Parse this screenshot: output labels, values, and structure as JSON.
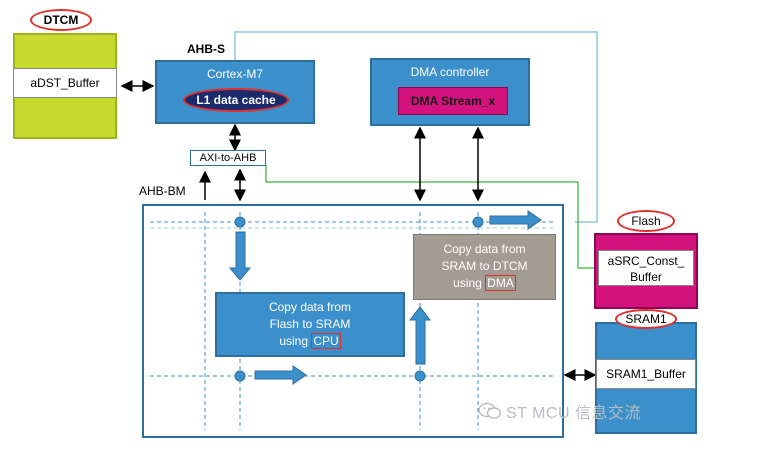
{
  "dtcm": {
    "tag": "DTCM",
    "buffer": "aDST_Buffer"
  },
  "ahb_s": "AHB-S",
  "cortex": {
    "title": "Cortex-M7",
    "cache": "L1 data cache"
  },
  "dma": {
    "title": "DMA controller",
    "stream": "DMA Stream_x"
  },
  "axi_to_ahb": "AXI-to-AHB",
  "ahb_bm": "AHB-BM",
  "cpu_copy": {
    "line1": "Copy data from",
    "line2": "Flash to SRAM",
    "line3_prefix": "using ",
    "line3_hl": "CPU"
  },
  "dma_copy": {
    "line1": "Copy data from",
    "line2": "SRAM to DTCM",
    "line3_prefix": "using ",
    "line3_hl": "DMA"
  },
  "flash": {
    "tag": "Flash",
    "buffer_line1": "aSRC_Const_",
    "buffer_line2": "Buffer"
  },
  "sram1": {
    "tag": "SRAM1",
    "buffer": "SRAM1_Buffer"
  },
  "watermark": "ST MCU 信息交流",
  "colors": {
    "dtcm_green": "#c7db2e",
    "block_blue": "#3b8fcb",
    "block_border": "#2c6f9f",
    "navy": "#1a2a6c",
    "magenta": "#d4127e",
    "grey_box": "#a39c92",
    "oval_red": "#e0302a"
  }
}
